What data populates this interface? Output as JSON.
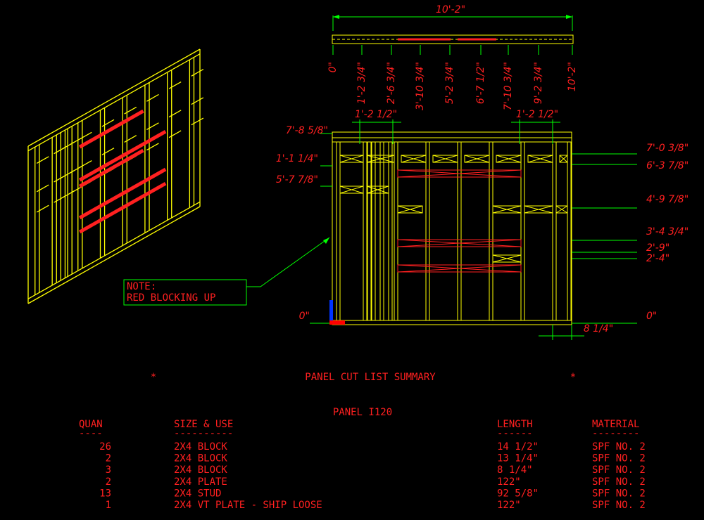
{
  "colors": {
    "background": "#000000",
    "framing": "#ffff00",
    "dimension": "#00ff00",
    "text": "#ff2020",
    "blocking": "#ff2020",
    "axis_x": "#ff0000",
    "axis_y": "#0000ff"
  },
  "top_dims": {
    "overall": "10'-2\"",
    "stations": [
      "0\"",
      "1'-2 3/4\"",
      "2'-6 3/4\"",
      "3'-10 3/4\"",
      "5'-2 3/4\"",
      "6'-7 1/2\"",
      "7'-10 3/4\"",
      "9'-2 3/4\"",
      "10'-2\""
    ]
  },
  "elevation_dims": {
    "opening_left": "1'-2 1/2\"",
    "opening_right": "1'-2 1/2\"",
    "left": [
      "7'-8 5/8\"",
      "1'-1 1/4\"",
      "5'-7 7/8\"",
      "0\""
    ],
    "right": [
      "7'-0 3/8\"",
      "6'-3 7/8\"",
      "4'-9 7/8\"",
      "3'-4 3/4\"",
      "2'-9\"",
      "2'-4\"",
      "0\""
    ],
    "bottom": "8 1/4\""
  },
  "note": {
    "line1": "NOTE:",
    "line2": "RED BLOCKING UP"
  },
  "summary": {
    "star": "*",
    "title": "PANEL CUT LIST SUMMARY",
    "panel": "PANEL I120",
    "headers": {
      "quan": "QUAN",
      "size": "SIZE & USE",
      "length": "LENGTH",
      "material": "MATERIAL"
    },
    "underlines": {
      "quan": "----",
      "size": "----------",
      "length": "------",
      "material": "--------"
    },
    "rows": [
      {
        "quan": "26",
        "size": "2X4 BLOCK",
        "length": "14 1/2\"",
        "material": "SPF NO. 2"
      },
      {
        "quan": "2",
        "size": "2X4 BLOCK",
        "length": "13 1/4\"",
        "material": "SPF NO. 2"
      },
      {
        "quan": "3",
        "size": "2X4 BLOCK",
        "length": "8 1/4\"",
        "material": "SPF NO. 2"
      },
      {
        "quan": "2",
        "size": "2X4 PLATE",
        "length": "122\"",
        "material": "SPF NO. 2"
      },
      {
        "quan": "13",
        "size": "2X4 STUD",
        "length": "92 5/8\"",
        "material": "SPF NO. 2"
      },
      {
        "quan": "1",
        "size": "2X4 VT PLATE - SHIP LOOSE",
        "length": "122\"",
        "material": "SPF NO. 2"
      }
    ]
  }
}
